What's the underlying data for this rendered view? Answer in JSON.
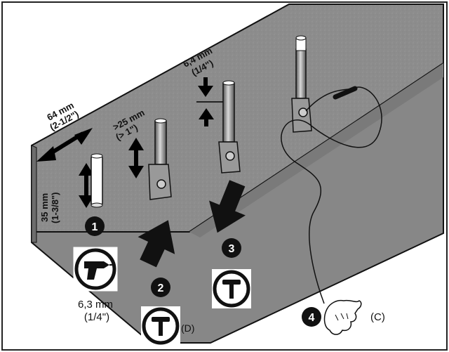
{
  "dimensions": {
    "width_mm": "64 mm",
    "width_in": "(2-1/2\")",
    "depth_mm": ">25 mm",
    "depth_in": "(> 1\")",
    "height_mm": "35 mm",
    "height_in": "(1-3/8\")",
    "gap_mm": "6,4 mm",
    "gap_in": "(1/4\")"
  },
  "steps": [
    {
      "number": "1"
    },
    {
      "number": "2"
    },
    {
      "number": "3"
    },
    {
      "number": "4"
    }
  ],
  "drill": {
    "icon": "drill-icon",
    "size_mm": "6,3 mm",
    "size_in": "(1/4\")"
  },
  "tools": {
    "hammer_icon": "hammer-icon",
    "hammer_d_label": "(D)",
    "hand_label": "(C)"
  },
  "colors": {
    "surface": "#8f8f8f",
    "surface_front": "#858585",
    "ink": "#111111",
    "white": "#ffffff"
  }
}
